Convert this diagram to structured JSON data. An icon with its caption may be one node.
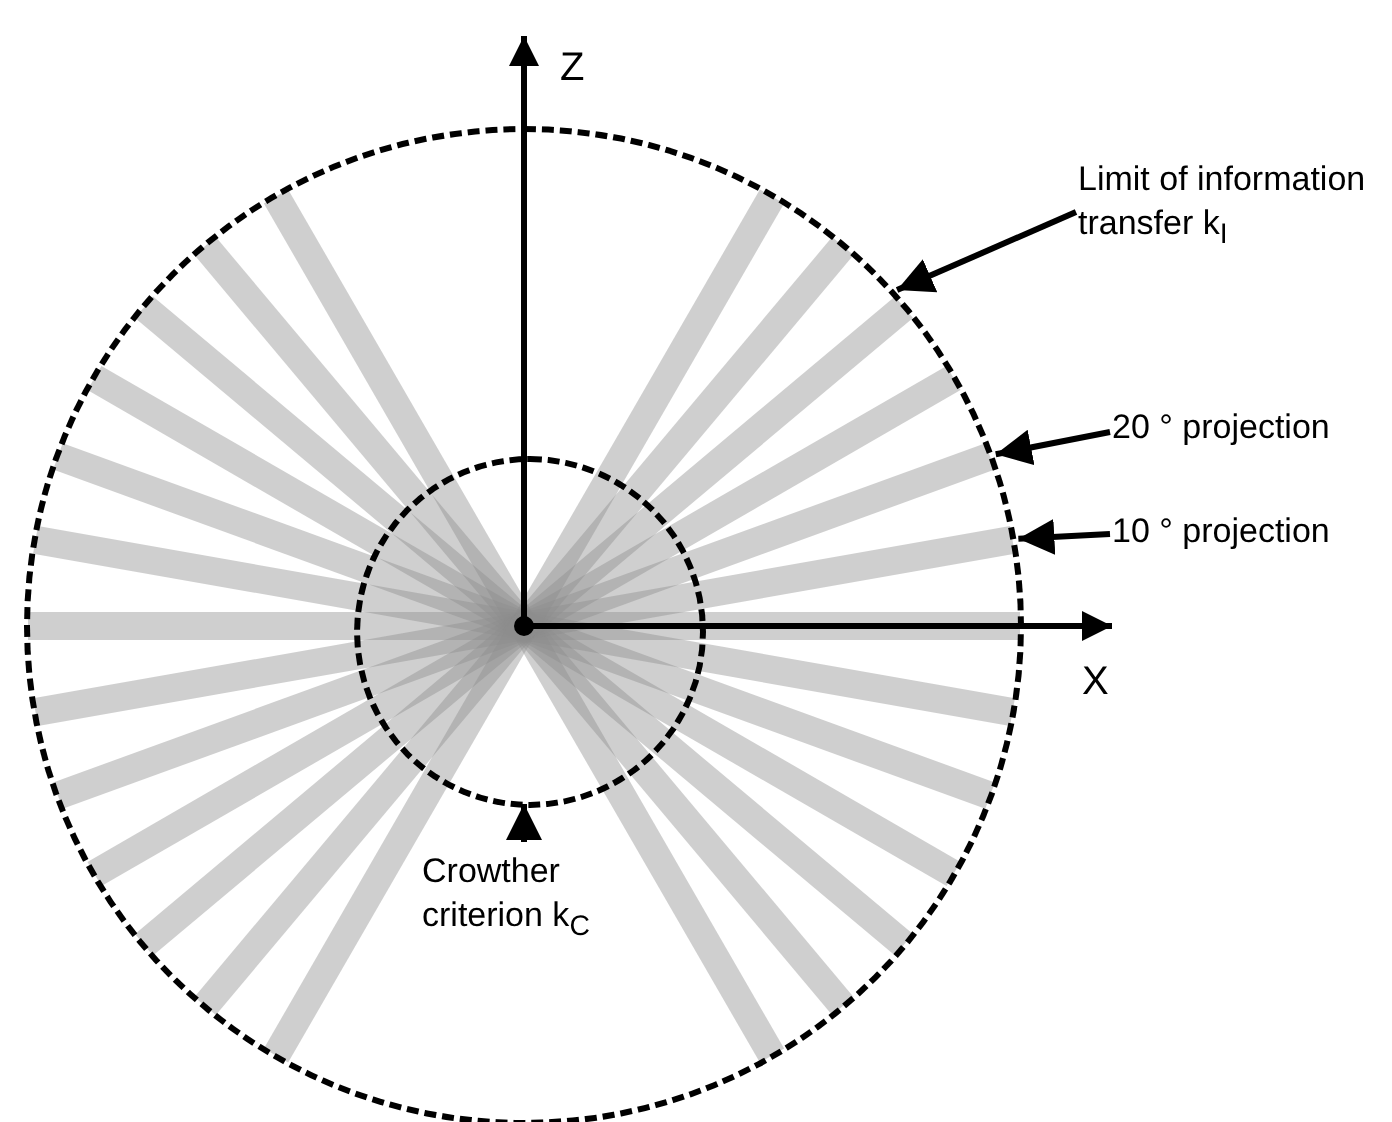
{
  "diagram": {
    "nodes": [
      {
        "text": [
          "Limit of information transfer k$_{I}$"
        ]
      },
      {
        "text": [],
        "shape": "circle"
      },
      {
        "text": [
          "20 ° projection"
        ]
      },
      {
        "text": [
          "10 ° projection"
        ]
      },
      {
        "text": [
          "Crowther criterion k$_{C}$"
        ],
        "in": 1
      },
      {
        "text": [],
        "shape": "circle",
        "in": 1
      }
    ],
    "edges": [
      {
        "from": 0,
        "to": 1,
        "arrow": "to"
      },
      {
        "from": 2,
        "to": 1,
        "arrow": "to"
      },
      {
        "from": 3,
        "to": 1,
        "arrow": "to"
      },
      {
        "from": 4,
        "to": 5,
        "arrow": "to"
      }
    ],
    "labels": [
      "Z",
      "X"
    ]
  }
}
